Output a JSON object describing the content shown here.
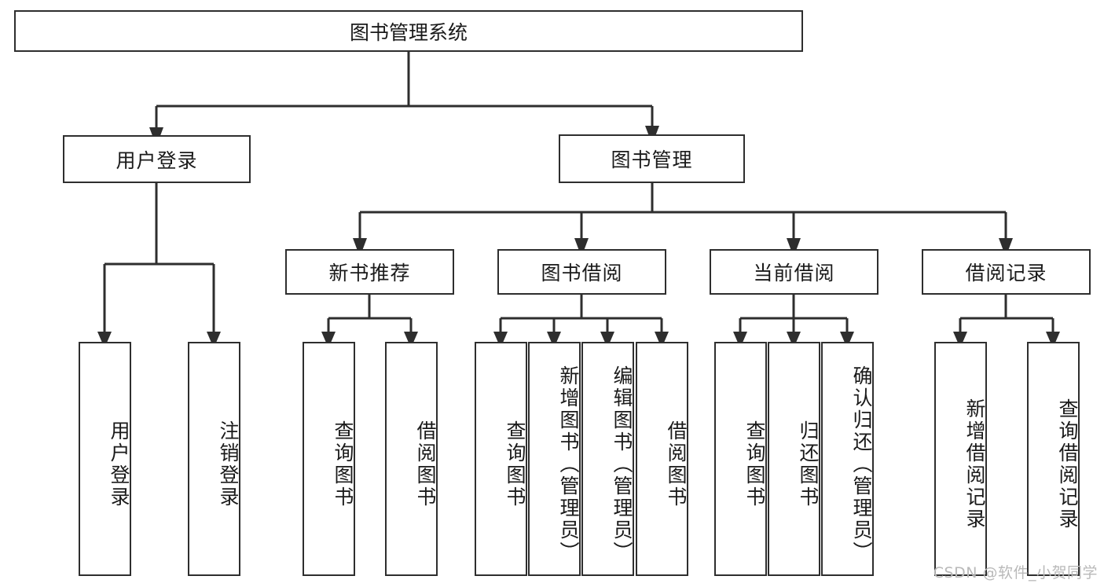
{
  "diagram": {
    "title": "图书管理系统",
    "type": "tree-hierarchy-chart",
    "root": {
      "label": "图书管理系统"
    },
    "level2": [
      {
        "label": "用户登录"
      },
      {
        "label": "图书管理"
      }
    ],
    "level3": [
      {
        "label": "新书推荐"
      },
      {
        "label": "图书借阅"
      },
      {
        "label": "当前借阅"
      },
      {
        "label": "借阅记录"
      }
    ],
    "leaves": {
      "user_login": [
        {
          "label": "用户登录"
        },
        {
          "label": "注销登录"
        }
      ],
      "new_book_recommend": [
        {
          "label": "查询图书"
        },
        {
          "label": "借阅图书"
        }
      ],
      "book_borrow": [
        {
          "label": "查询图书"
        },
        {
          "label": "新增图书（管理员）"
        },
        {
          "label": "编辑图书（管理员）"
        },
        {
          "label": "借阅图书"
        }
      ],
      "current_borrow": [
        {
          "label": "查询图书"
        },
        {
          "label": "归还图书"
        },
        {
          "label": "确认归还（管理员）"
        }
      ],
      "borrow_record": [
        {
          "label": "新增借阅记录"
        },
        {
          "label": "查询借阅记录"
        }
      ]
    }
  },
  "watermark": {
    "text": "CSDN @软件_小贺同学"
  },
  "colors": {
    "background": "#ffffff",
    "box_border": "#2e2e2e",
    "box_fill": "#ffffff",
    "text": "#1a1a1a",
    "connector": "#2e2e2e",
    "watermark": "#b9b9b9"
  }
}
